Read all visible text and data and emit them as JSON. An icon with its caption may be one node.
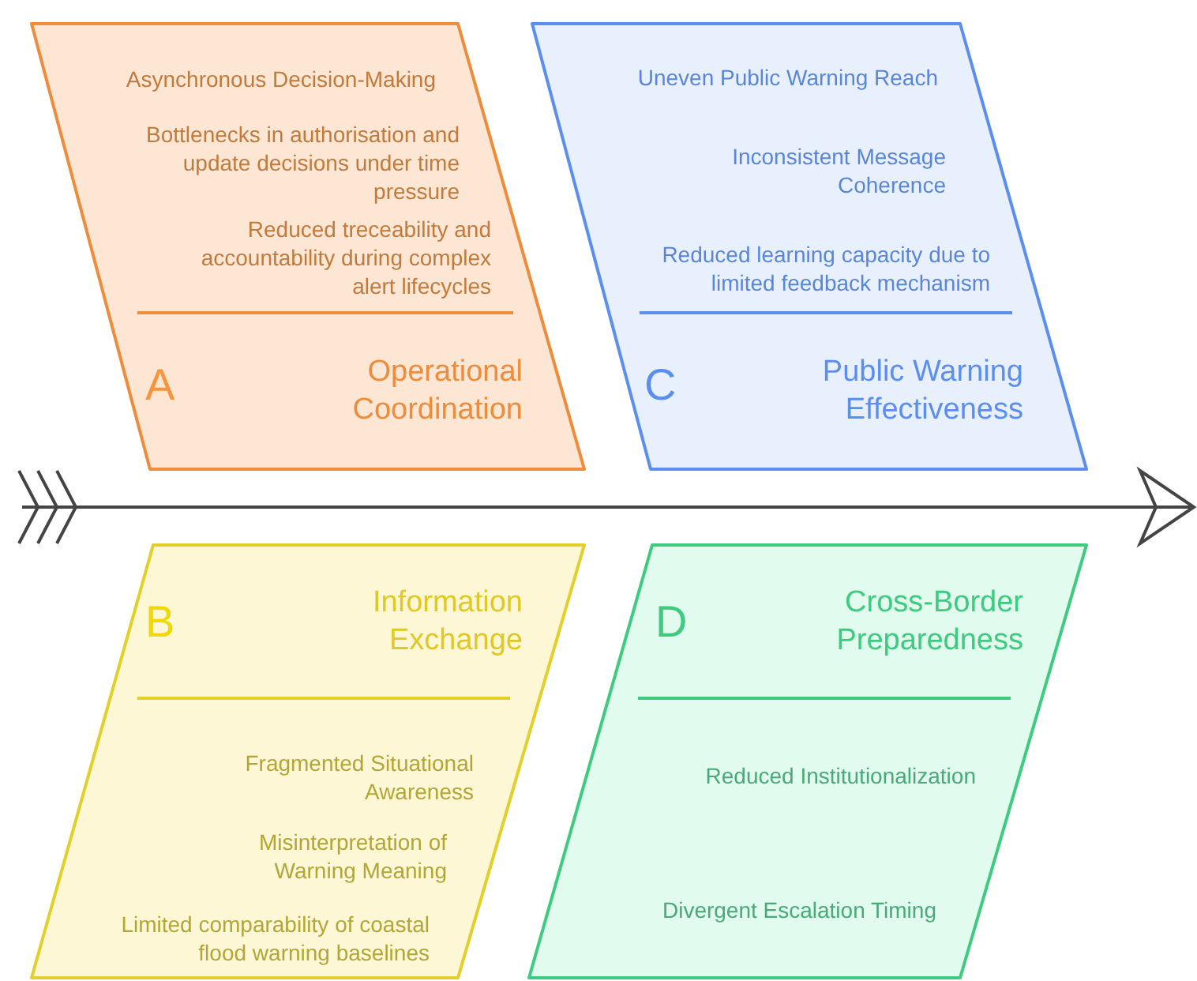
{
  "diagram": {
    "nodes": [
      {
        "text": [
          "Asynchronous Decision-Making",
          "Bottlenecks in authorisation and update decisions under time pressure",
          "Reduced treceability and accountability during complex alert lifecycles",
          "A",
          "Operational Coordination"
        ]
      },
      {
        "text": [
          "Uneven Public Warning Reach",
          "Inconsistent Message Coherence",
          "Reduced learning capacity due to limited feedback mechanism",
          "C",
          "Public Warning Effectiveness"
        ]
      },
      {
        "text": [
          "B",
          "Information Exchange",
          "Fragmented Situational Awareness",
          "Misinterpretation of Warning Meaning",
          "Limited comparability of coastal flood warning baselines"
        ]
      },
      {
        "text": [
          "D",
          "Cross-Border Preparedness",
          "Reduced Institutionalization",
          "Divergent Escalation Timing"
        ]
      }
    ]
  }
}
